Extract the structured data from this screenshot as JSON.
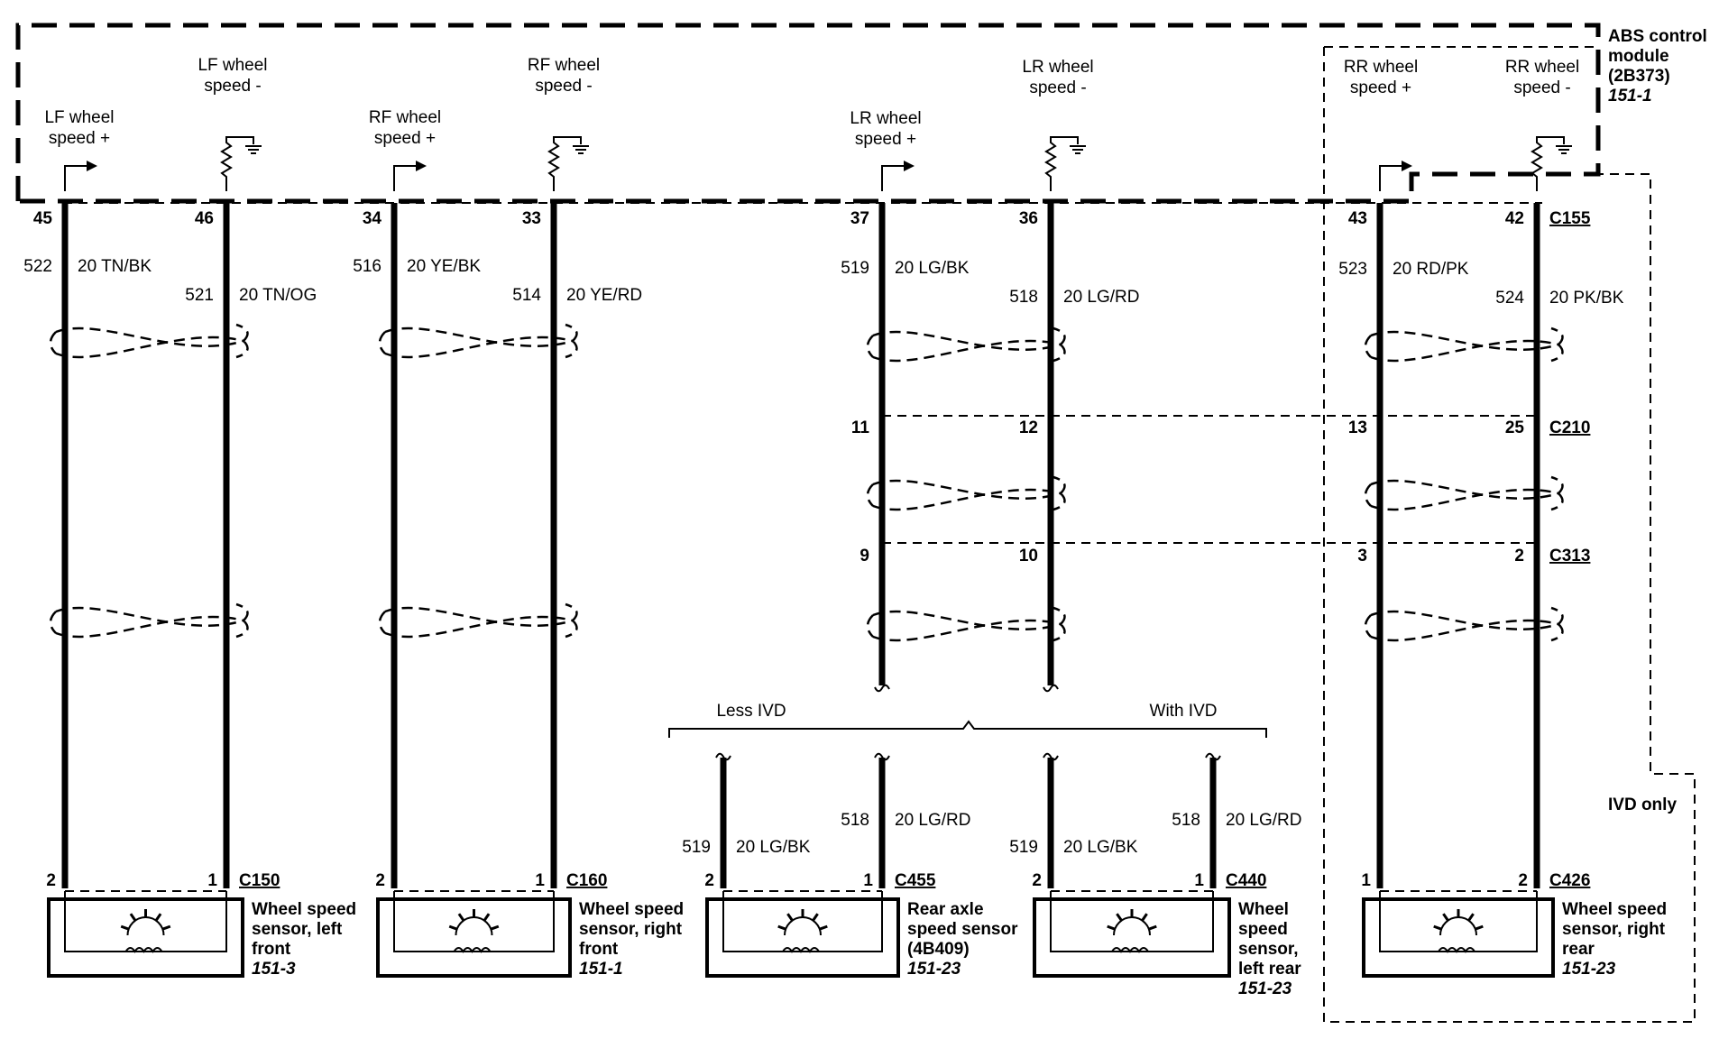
{
  "module": {
    "label_lines": [
      "ABS control",
      "module",
      "(2B373)"
    ],
    "ref": "151-1",
    "connector": "C155"
  },
  "signal_labels": {
    "lf_plus": [
      "LF wheel",
      "speed +"
    ],
    "lf_minus": [
      "LF wheel",
      "speed -"
    ],
    "rf_plus": [
      "RF wheel",
      "speed +"
    ],
    "rf_minus": [
      "RF wheel",
      "speed -"
    ],
    "lr_plus": [
      "LR wheel",
      "speed +"
    ],
    "lr_minus": [
      "LR wheel",
      "speed -"
    ],
    "rr_plus": [
      "RR wheel",
      "speed +"
    ],
    "rr_minus": [
      "RR wheel",
      "speed -"
    ]
  },
  "pins_c155": {
    "lf_plus": "45",
    "lf_minus": "46",
    "rf_plus": "34",
    "rf_minus": "33",
    "lr_plus": "37",
    "lr_minus": "36",
    "rr_plus": "43",
    "rr_minus": "42"
  },
  "circuits": {
    "lf_plus": {
      "num": "522",
      "desc": "20  TN/BK"
    },
    "lf_minus": {
      "num": "521",
      "desc": "20  TN/OG"
    },
    "rf_plus": {
      "num": "516",
      "desc": "20  YE/BK"
    },
    "rf_minus": {
      "num": "514",
      "desc": "20  YE/RD"
    },
    "lr_plus": {
      "num": "519",
      "desc": "20  LG/BK"
    },
    "lr_minus": {
      "num": "518",
      "desc": "20  LG/RD"
    },
    "rr_plus": {
      "num": "523",
      "desc": "20  RD/PK"
    },
    "rr_minus": {
      "num": "524",
      "desc": "20  PK/BK"
    },
    "lessivd_plus": {
      "num": "519",
      "desc": "20  LG/BK"
    },
    "lessivd_minus": {
      "num": "518",
      "desc": "20  LG/RD"
    },
    "withivd_plus": {
      "num": "519",
      "desc": "20  LG/BK"
    },
    "withivd_minus": {
      "num": "518",
      "desc": "20  LG/RD"
    }
  },
  "inline_connectors": {
    "c210": {
      "name": "C210",
      "pins": [
        "11",
        "12",
        "13",
        "25"
      ]
    },
    "c313": {
      "name": "C313",
      "pins": [
        "9",
        "10",
        "3",
        "2"
      ]
    }
  },
  "branch": {
    "less_ivd": "Less IVD",
    "with_ivd": "With IVD",
    "ivd_only": "IVD only"
  },
  "sensors": [
    {
      "connector": "C150",
      "pin_left": "2",
      "pin_right": "1",
      "label": [
        "Wheel speed",
        "sensor, left",
        "front"
      ],
      "ref": "151-3"
    },
    {
      "connector": "C160",
      "pin_left": "2",
      "pin_right": "1",
      "label": [
        "Wheel speed",
        "sensor, right",
        "front"
      ],
      "ref": "151-1"
    },
    {
      "connector": "C455",
      "pin_left": "2",
      "pin_right": "1",
      "label": [
        "Rear axle",
        "speed sensor",
        "(4B409)"
      ],
      "ref": "151-23"
    },
    {
      "connector": "C440",
      "pin_left": "2",
      "pin_right": "1",
      "label": [
        "Wheel",
        "speed",
        "sensor,",
        "left rear"
      ],
      "ref": "151-23"
    },
    {
      "connector": "C426",
      "pin_left": "1",
      "pin_right": "2",
      "label": [
        "Wheel speed",
        "sensor, right",
        "rear"
      ],
      "ref": "151-23"
    }
  ]
}
